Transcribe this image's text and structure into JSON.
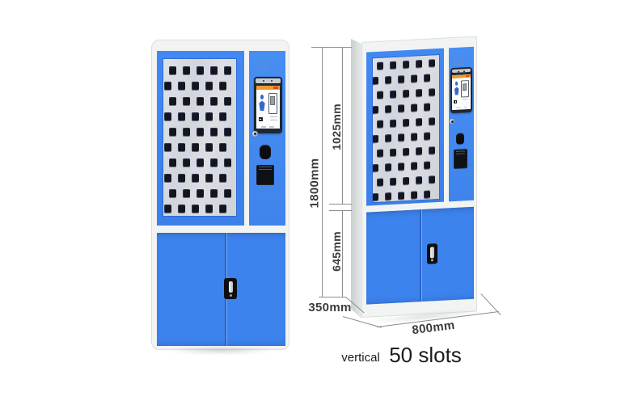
{
  "product": {
    "description": "blue smart key locker cabinet, front view and perspective view"
  },
  "dimensions": {
    "total_height": "1800mm",
    "upper_section_height": "1025mm",
    "lower_section_height": "645mm",
    "depth": "350mm",
    "width": "800mm"
  },
  "caption": {
    "orientation": "vertical",
    "capacity": "50 slots"
  },
  "slot_grid": {
    "rows": 10,
    "cols": 5,
    "total_slots": 50
  },
  "colors": {
    "cabinet_blue": "#3f86ef",
    "frame_white": "#f2f4f3",
    "window_gray": "#d6d9de",
    "key_slot_black": "#14161d",
    "dimension_line": "#8d8d8d",
    "dimension_text": "#3c3c3c",
    "caption_text": "#1c1c1c",
    "screen_header_orange": "#f09a2d",
    "screen_person_blue": "#3566cf"
  }
}
